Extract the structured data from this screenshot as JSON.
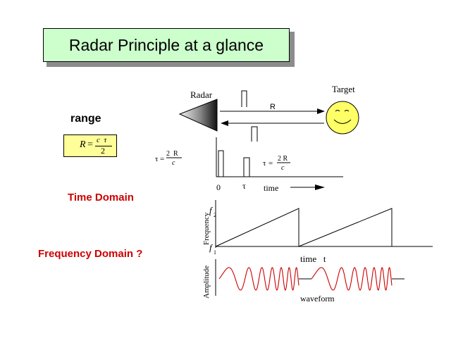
{
  "title": "Radar Principle at a glance",
  "range_label": "range",
  "formula": {
    "lhs": "R",
    "equals": "=",
    "numerator": "c  τ",
    "denominator": "2"
  },
  "tau_formula": {
    "lhs": "τ",
    "equals": "=",
    "numerator": "2  R",
    "denominator": "c"
  },
  "tau_formula_right": {
    "lhs": "τ",
    "equals": "=",
    "numerator": "2 R",
    "denominator": "c"
  },
  "radar_label": "Radar",
  "target_label": "Target",
  "r_label": "R",
  "zero_label": "0",
  "tau_label": "τ",
  "time_label": "time",
  "time_domain_label": "Time Domain",
  "frequency_domain_label": "Frequency Domain ?",
  "frequency_axis_label": "Frequency",
  "f2_label": "f",
  "f2_sub": "2",
  "f1_label": "f",
  "f1_sub": "1",
  "time_t_label": "time   t",
  "amplitude_axis_label": "Amplitude",
  "waveform_label": "waveform",
  "colors": {
    "title_fill": "#ccffcc",
    "formula_fill": "#ffff99",
    "target_fill": "#ffff66",
    "accent_red": "#cc0000",
    "wave": "#cc0000"
  }
}
